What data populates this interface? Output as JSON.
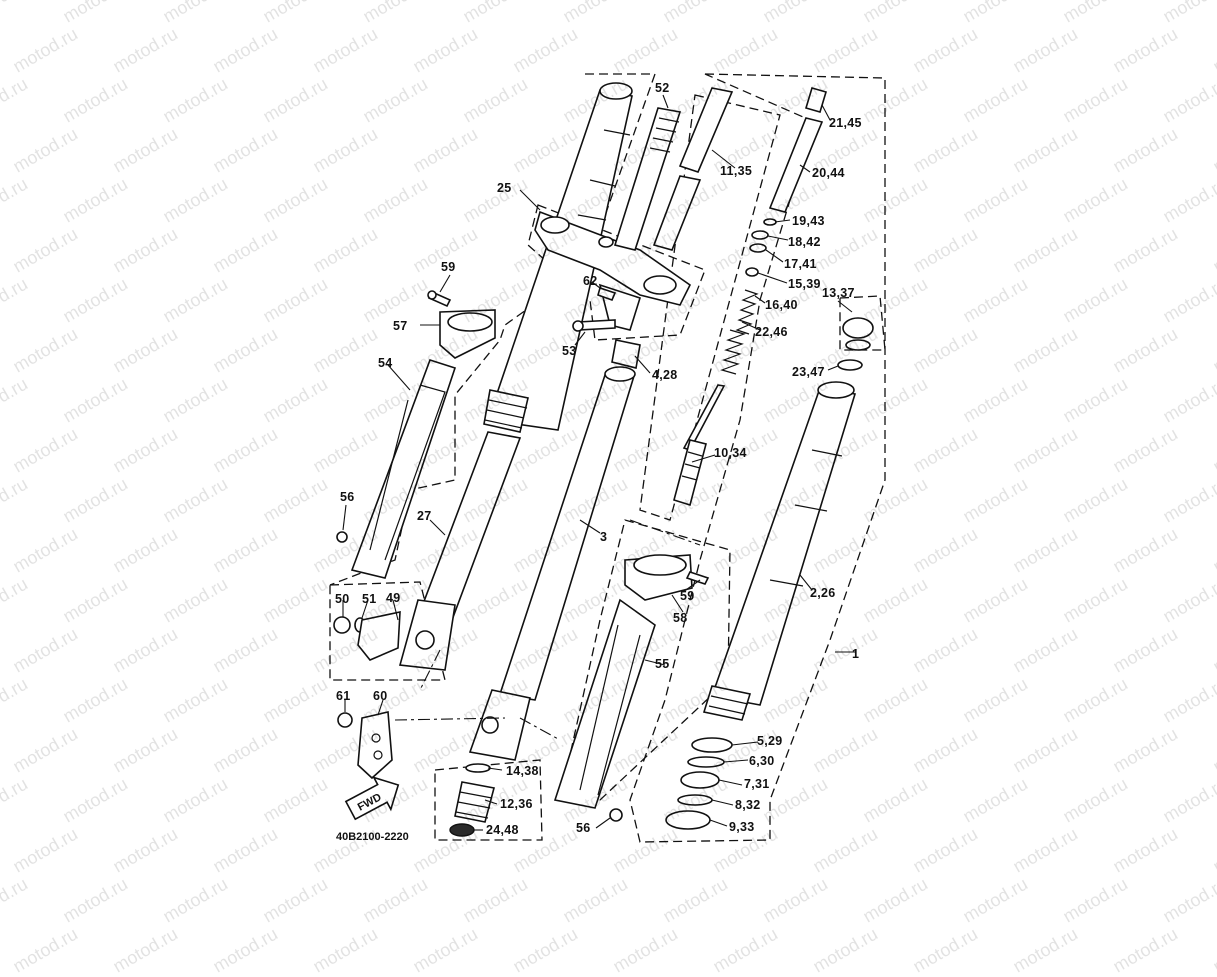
{
  "watermark": {
    "text": "motod.ru"
  },
  "diagram_code": "40B2100-2220",
  "fwd_label": "FWD",
  "callouts": {
    "c1": "1",
    "c2_26": "2,26",
    "c3": "3",
    "c4_28": "4,28",
    "c5_29": "5,29",
    "c6_30": "6,30",
    "c7_31": "7,31",
    "c8_32": "8,32",
    "c9_33": "9,33",
    "c10_34": "10,34",
    "c11_35": "11,35",
    "c12_36": "12,36",
    "c13_37": "13,37",
    "c14_38": "14,38",
    "c15_39": "15,39",
    "c16_40": "16,40",
    "c17_41": "17,41",
    "c18_42": "18,42",
    "c19_43": "19,43",
    "c20_44": "20,44",
    "c21_45": "21,45",
    "c22_46": "22,46",
    "c23_47": "23,47",
    "c24_48": "24,48",
    "c25": "25",
    "c27": "27",
    "c49": "49",
    "c50": "50",
    "c51": "51",
    "c52": "52",
    "c53": "53",
    "c54": "54",
    "c55": "55",
    "c56a": "56",
    "c56b": "56",
    "c57": "57",
    "c58": "58",
    "c59a": "59",
    "c59b": "59",
    "c60": "60",
    "c61": "61",
    "c62": "62"
  }
}
